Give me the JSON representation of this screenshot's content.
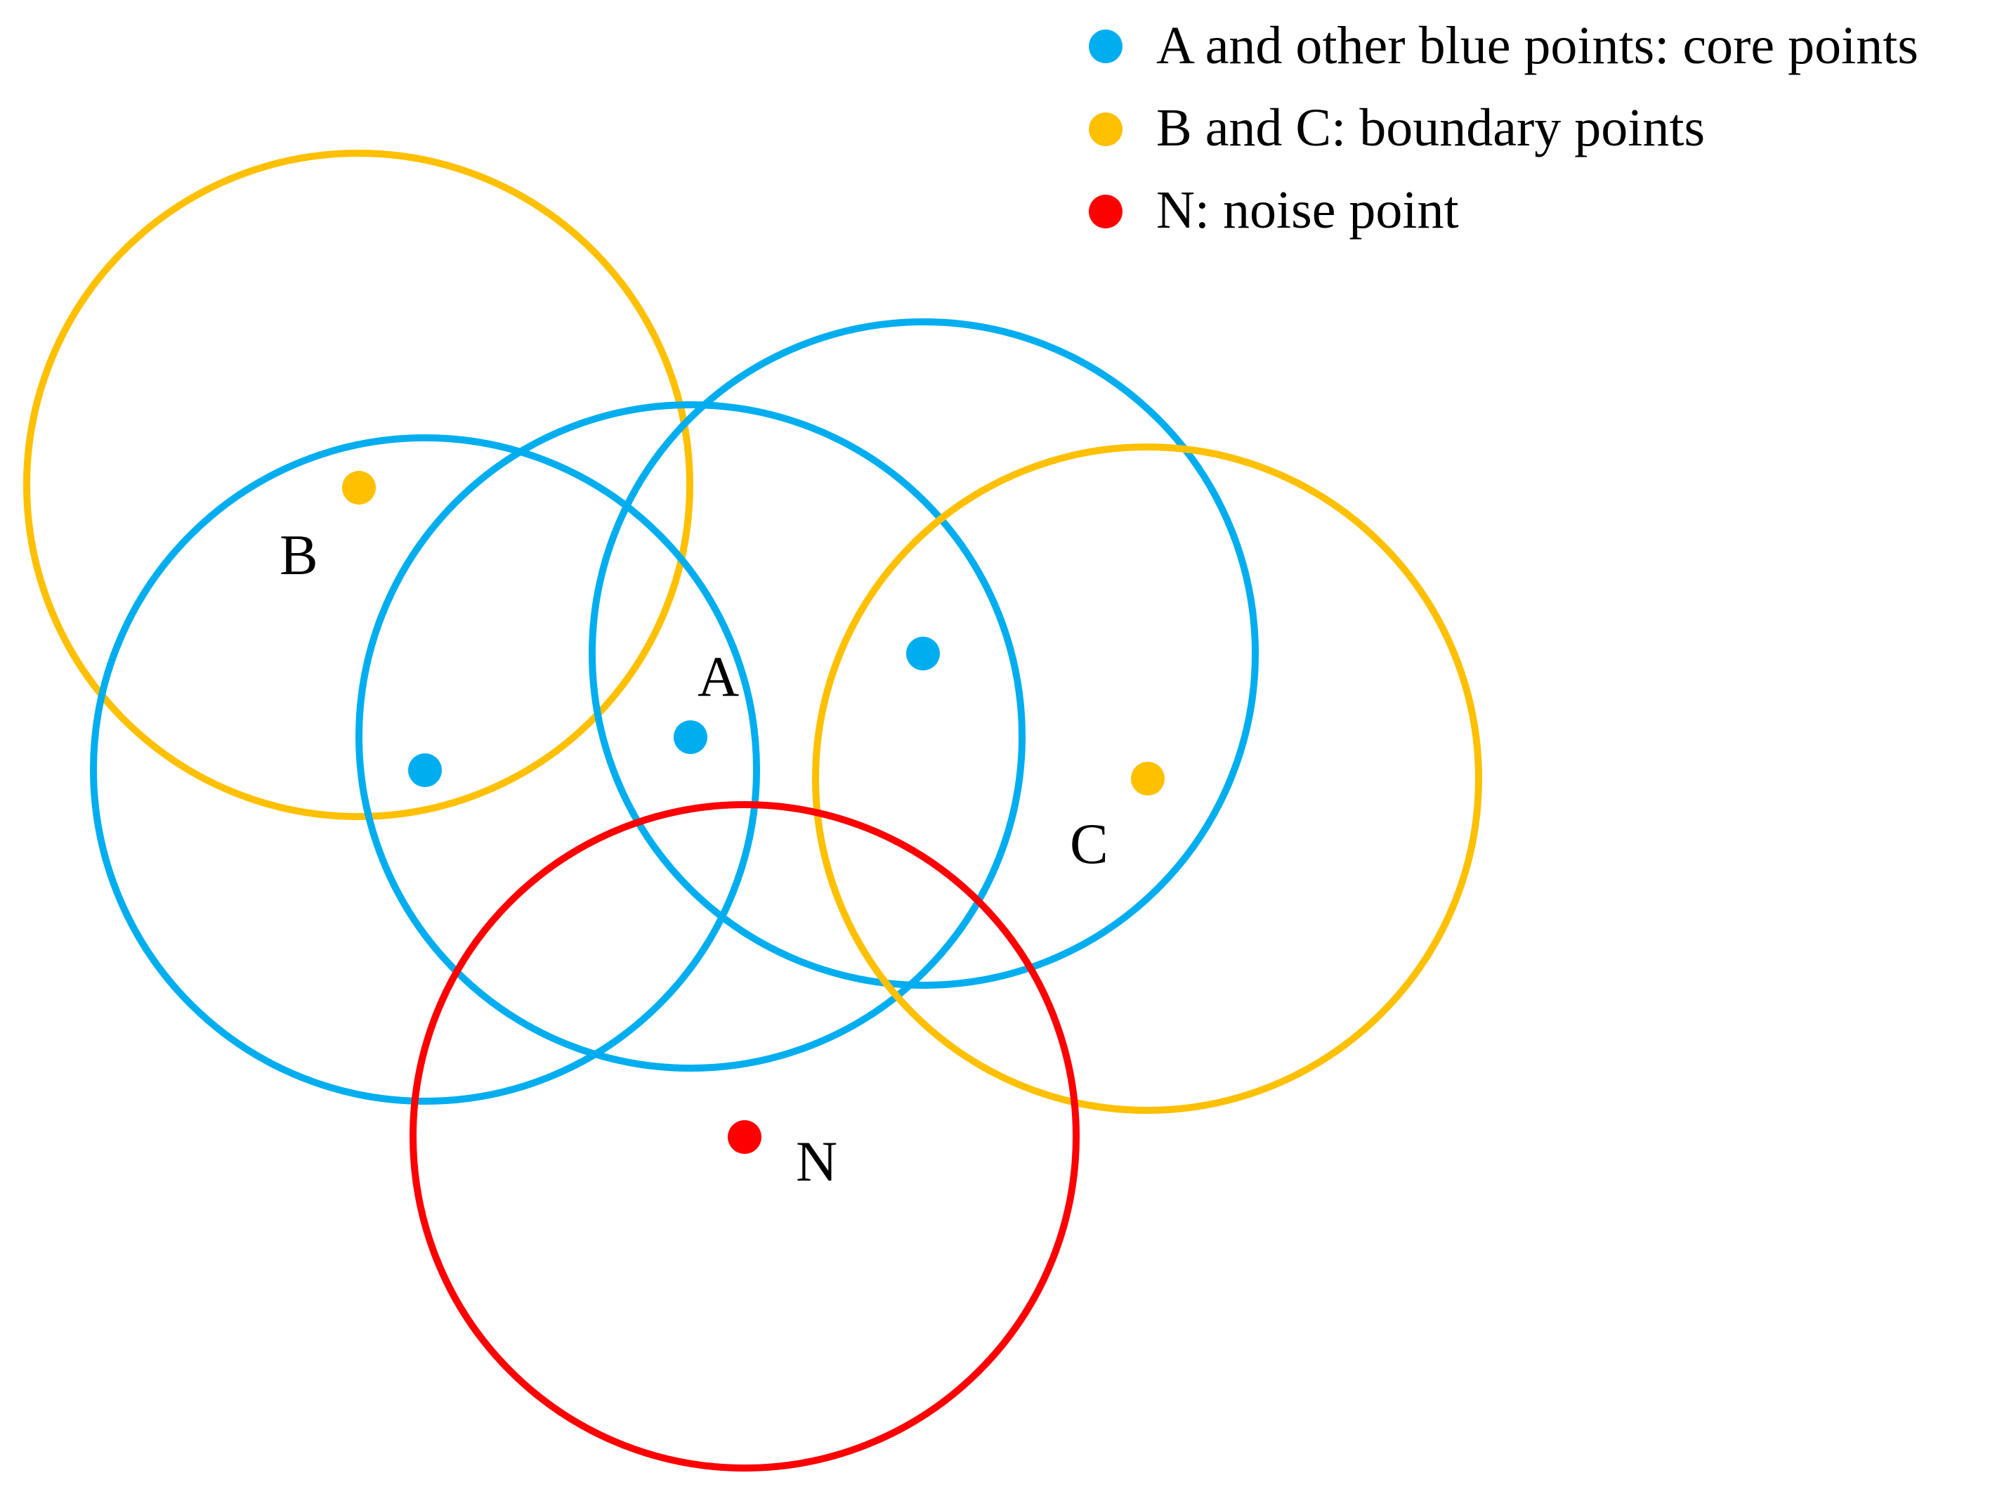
{
  "colors": {
    "core": "#00AEEF",
    "boundary": "#FFC000",
    "noise": "#FF0000"
  },
  "legend": [
    {
      "kind": "core",
      "text": "A and other blue points: core points"
    },
    {
      "kind": "boundary",
      "text": "B and C: boundary points"
    },
    {
      "kind": "noise",
      "text": "N: noise point"
    }
  ],
  "labels": {
    "A": "A",
    "B": "B",
    "C": "C",
    "N": "N"
  }
}
